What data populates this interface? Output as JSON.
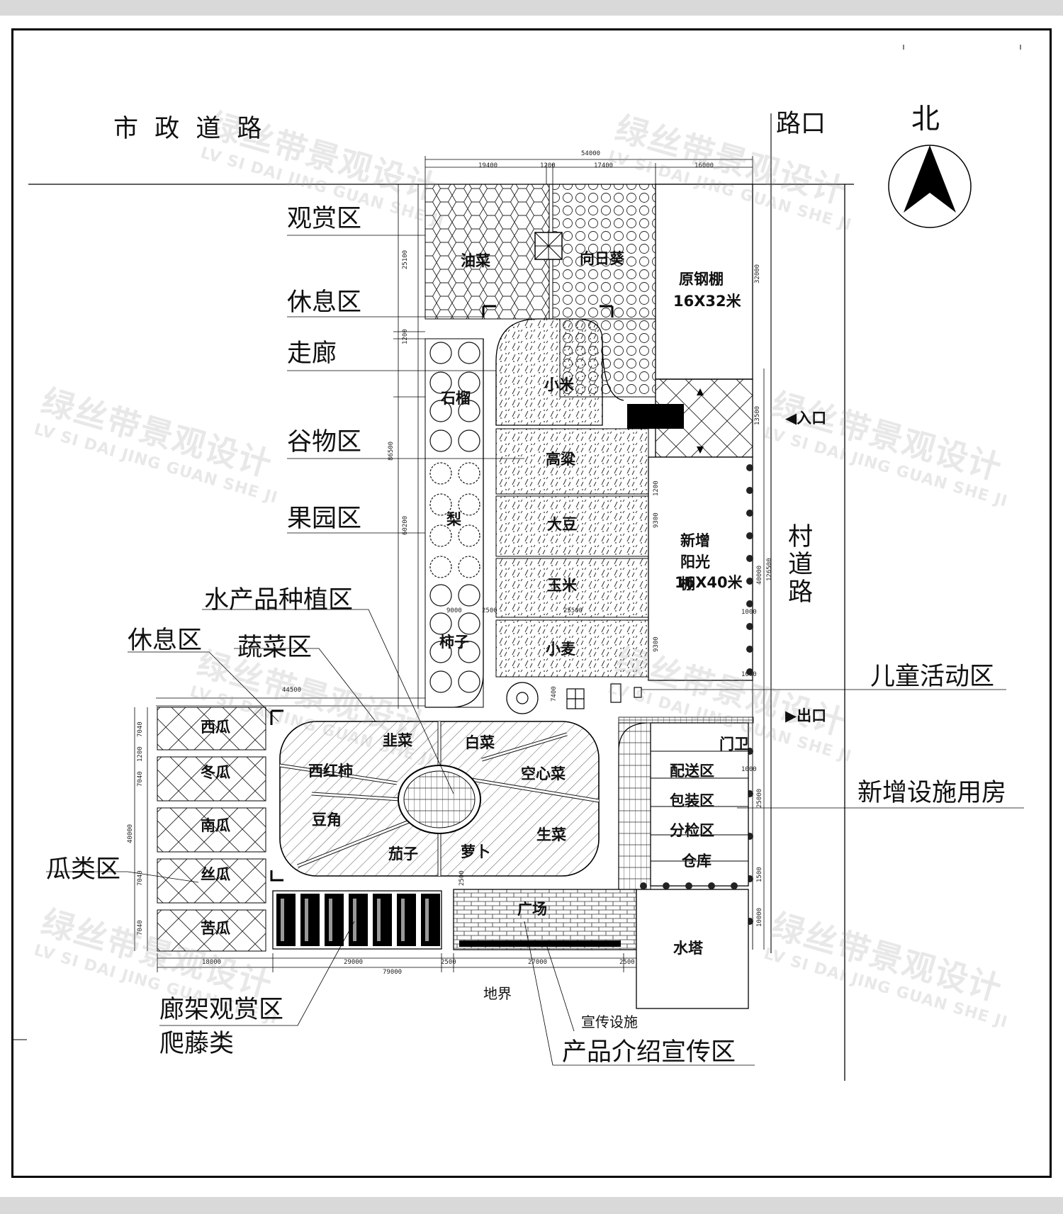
{
  "title": {
    "road": "市 政 道 路",
    "crossing": "路口",
    "north": "北",
    "village_road": "村道路"
  },
  "zones": {
    "viewing": "观赏区",
    "rest_top": "休息区",
    "corridor": "走廊",
    "grain": "谷物区",
    "orchard": "果园区",
    "aquatic": "水产品种植区",
    "vegetable": "蔬菜区",
    "rest_left": "休息区",
    "melon": "瓜类区",
    "trellis": "廊架观赏区",
    "climbing": "爬藤类",
    "product_intro": "产品介绍宣传区",
    "promo": "宣传设施",
    "children": "儿童活动区",
    "facility_house": "新增设施用房",
    "boundary": "地界"
  },
  "plots": {
    "rapeseed": "油菜",
    "sunflower": "向日葵",
    "steel_shed": "原钢棚",
    "steel_shed_size": "16X32米",
    "millet": "小米",
    "pomegranate": "石榴",
    "sorghum": "高粱",
    "soybean": "大豆",
    "corn": "玉米",
    "wheat": "小麦",
    "pear": "梨",
    "persimmon": "柿子",
    "sun_shed": "新增阳光棚",
    "sun_shed_size": "16X40米",
    "watermelon": "西瓜",
    "wax_gourd": "冬瓜",
    "pumpkin": "南瓜",
    "loofah": "丝瓜",
    "bitter_gourd": "苦瓜",
    "leek": "韭菜",
    "cabbage": "白菜",
    "tomato": "西红柿",
    "water_spinach": "空心菜",
    "cowpea": "豆角",
    "lettuce": "生菜",
    "eggplant": "茄子",
    "radish": "萝卜",
    "plaza": "广场",
    "water_tower": "水塔",
    "guard": "门卫",
    "dispatch": "配送区",
    "packing": "包装区",
    "sorting": "分检区",
    "warehouse": "仓库"
  },
  "entrances": {
    "in": "入口",
    "out": "出口"
  },
  "dimensions": {
    "top_total": "54000",
    "top_a": "19400",
    "top_b": "1200",
    "top_c": "17400",
    "top_d": "16000",
    "left_1": "25100",
    "left_2": "1200",
    "left_3": "86500",
    "left_4": "60200",
    "bottom_total": "79000",
    "bottom_a": "18000",
    "bottom_b": "29000",
    "bottom_c": "2500",
    "bottom_d": "27000",
    "bottom_e": "2500",
    "melon_total": "40000",
    "melon_w": "7040",
    "melon_gap": "1200",
    "mid_width": "44500",
    "right_total": "126500",
    "right_a": "32000",
    "right_b": "13500",
    "right_c": "40000",
    "right_d": "25000",
    "right_e": "10000",
    "right_f": "1500",
    "mid_9000": "9000",
    "mid_2500": "2500",
    "mid_25500": "25500",
    "mid_9300": "9300",
    "mid_1200": "1200",
    "child_7400": "7400",
    "side_1000": "1000",
    "side_2500": "2500"
  },
  "watermark": {
    "cn": "绿丝带景观设计",
    "en": "LV SI DAI JING GUAN SHE JI"
  },
  "colors": {
    "ink": "#111111",
    "sheet": "#ffffff",
    "background": "#d9d9d9"
  }
}
